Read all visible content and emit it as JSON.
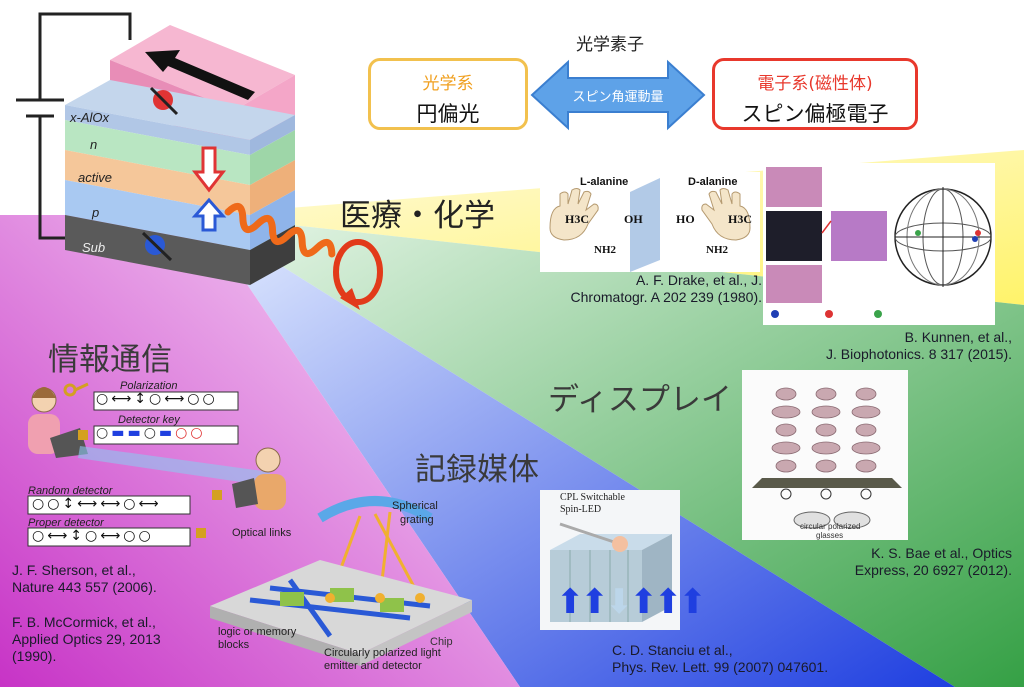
{
  "header": {
    "element_label": "光学素子",
    "optical": {
      "title": "光学系",
      "sub": "円偏光"
    },
    "arrow_label": "スピン角運動量",
    "electronic": {
      "title": "電子系(磁性体)",
      "sub": "スピン偏極電子"
    }
  },
  "device": {
    "layers": [
      "x-AlOx",
      "n",
      "active",
      "p",
      "Sub"
    ]
  },
  "regions": {
    "medical": "医療・化学",
    "info": "情報通信",
    "display": "ディスプレイ",
    "storage": "記録媒体"
  },
  "medical": {
    "l_alanine": "L-alanine",
    "d_alanine": "D-alanine",
    "h3c": "H3C",
    "oh": "OH",
    "ho": "HO",
    "nh2": "NH2",
    "cite_drake_1": "A. F. Drake, et al., J.",
    "cite_drake_2": "Chromatogr. A 202 239 (1980).",
    "cite_kunnen_1": "B. Kunnen, et al.,",
    "cite_kunnen_2": "J. Biophotonics. 8 317 (2015)."
  },
  "info": {
    "polarization": "Polarization",
    "detector_key": "Detector key",
    "random_detector": "Random detector",
    "proper_detector": "Proper detector",
    "optical_links": "Optical links",
    "cite_sherson_1": "J. F. Sherson, et al.,",
    "cite_sherson_2": "Nature 443 557 (2006).",
    "cite_mccormick_1": "F. B. McCormick, et al.,",
    "cite_mccormick_2": "Applied Optics 29, 2013",
    "cite_mccormick_3": "(1990).",
    "spherical_1": "Spherical",
    "spherical_2": "grating",
    "logic_1": "logic or memory",
    "logic_2": "blocks",
    "chip": "Chip",
    "emitter_1": "Circularly polarized light",
    "emitter_2": "emitter and detector"
  },
  "storage": {
    "cpl_1": "CPL Switchable",
    "cpl_2": "Spin-LED",
    "cite_stanciu_1": "C. D. Stanciu et al.,",
    "cite_stanciu_2": "Phys. Rev. Lett. 99 (2007) 047601."
  },
  "display": {
    "cite_bae_1": "K. S. Bae et al., Optics",
    "cite_bae_2": "Express, 20 6927 (2012).",
    "label_glasses_1": "circular polarized",
    "label_glasses_2": "glasses"
  },
  "colors": {
    "optical_border": "#f2c14e",
    "optical_title": "#f0a020",
    "electronic_border": "#e8382c",
    "electronic_title": "#e8382c",
    "arrow": "#5ea2e8",
    "yellow": "#fff36a",
    "green": "#3aa34a",
    "blue": "#1f3fe0",
    "magenta": "#d23ad0"
  }
}
